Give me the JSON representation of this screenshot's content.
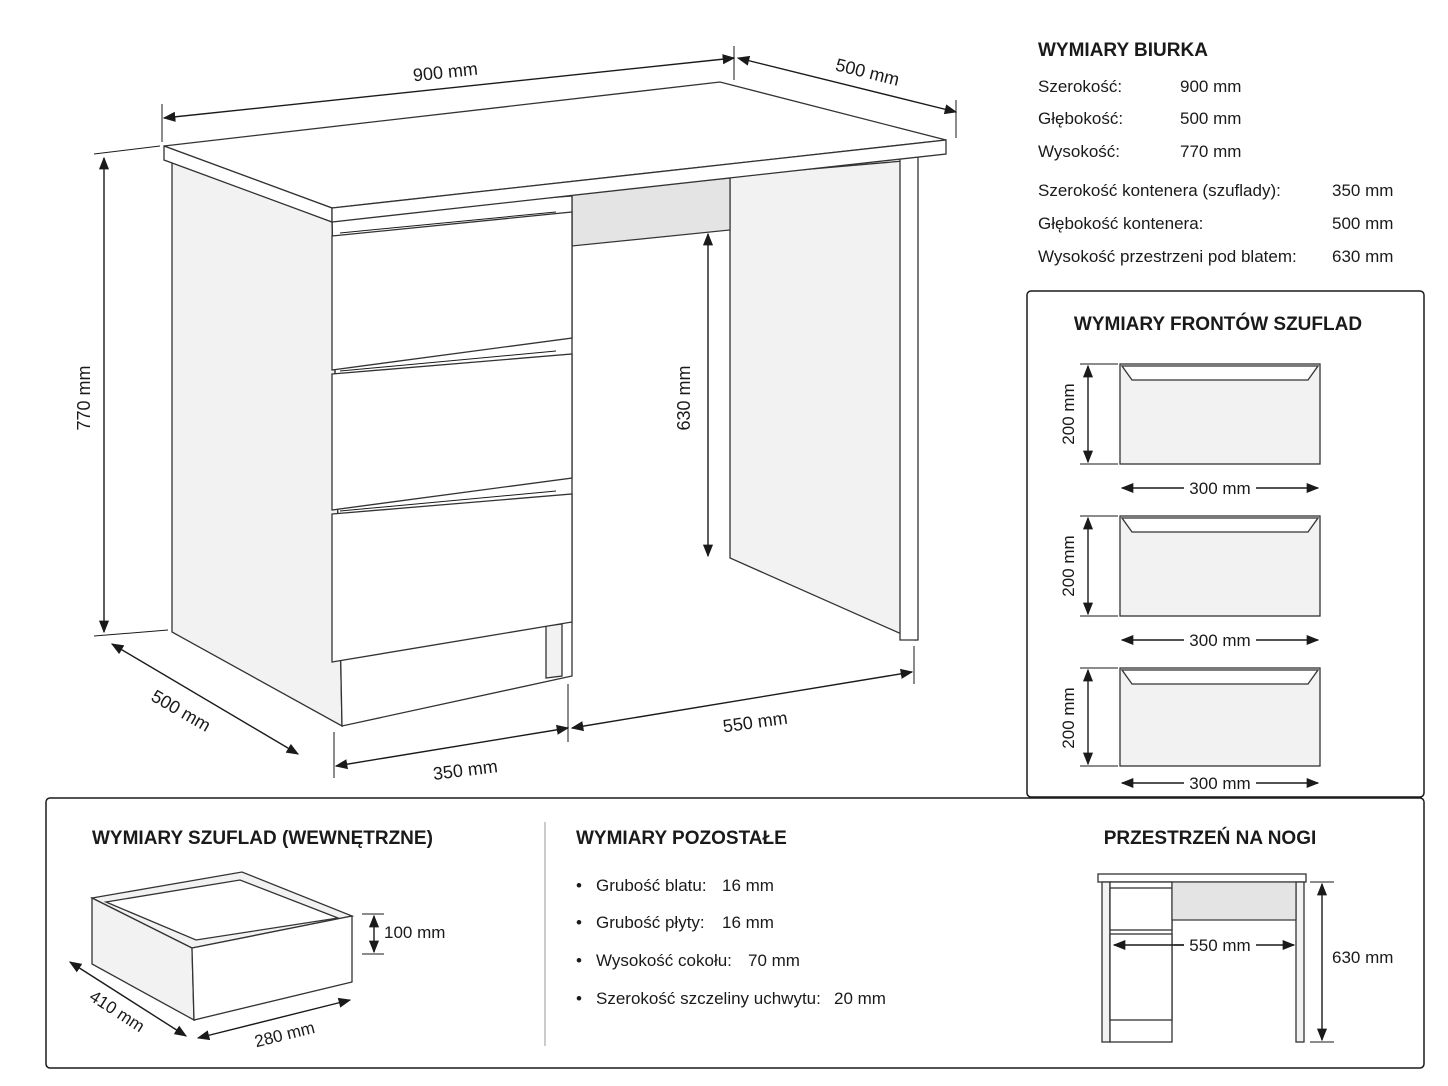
{
  "main_dims": {
    "width_top": "900 mm",
    "depth_top": "500 mm",
    "height": "770 mm",
    "leg_space": "630 mm",
    "depth_bottom": "500 mm",
    "container_width": "350 mm",
    "opening_width": "550 mm"
  },
  "specs": {
    "title": "WYMIARY BIURKA",
    "rows": [
      {
        "label": "Szerokość:",
        "value": "900 mm"
      },
      {
        "label": "Głębokość:",
        "value": "500 mm"
      },
      {
        "label": "Wysokość:",
        "value": "770 mm"
      },
      {
        "label": "Szerokość kontenera (szuflady):",
        "value": "350 mm"
      },
      {
        "label": "Głębokość kontenera:",
        "value": "500 mm"
      },
      {
        "label": "Wysokość przestrzeni pod blatem:",
        "value": "630 mm"
      }
    ]
  },
  "fronts": {
    "title": "WYMIARY FRONTÓW SZUFLAD",
    "items": [
      {
        "height": "200 mm",
        "width": "300 mm"
      },
      {
        "height": "200 mm",
        "width": "300 mm"
      },
      {
        "height": "200 mm",
        "width": "300 mm"
      }
    ]
  },
  "inner": {
    "title": "WYMIARY SZUFLAD (WEWNĘTRZNE)",
    "height": "100 mm",
    "depth": "410 mm",
    "width": "280 mm"
  },
  "other": {
    "title": "WYMIARY POZOSTAŁE",
    "bullet": "•",
    "items": [
      {
        "label": "Grubość blatu:",
        "value": "16 mm"
      },
      {
        "label": "Grubość płyty:",
        "value": "16 mm"
      },
      {
        "label": "Wysokość cokołu:",
        "value": "70 mm"
      },
      {
        "label": "Szerokość szczeliny uchwytu:",
        "value": "20 mm"
      }
    ]
  },
  "legroom": {
    "title": "PRZESTRZEŃ NA NOGI",
    "width": "550 mm",
    "height": "630 mm"
  }
}
